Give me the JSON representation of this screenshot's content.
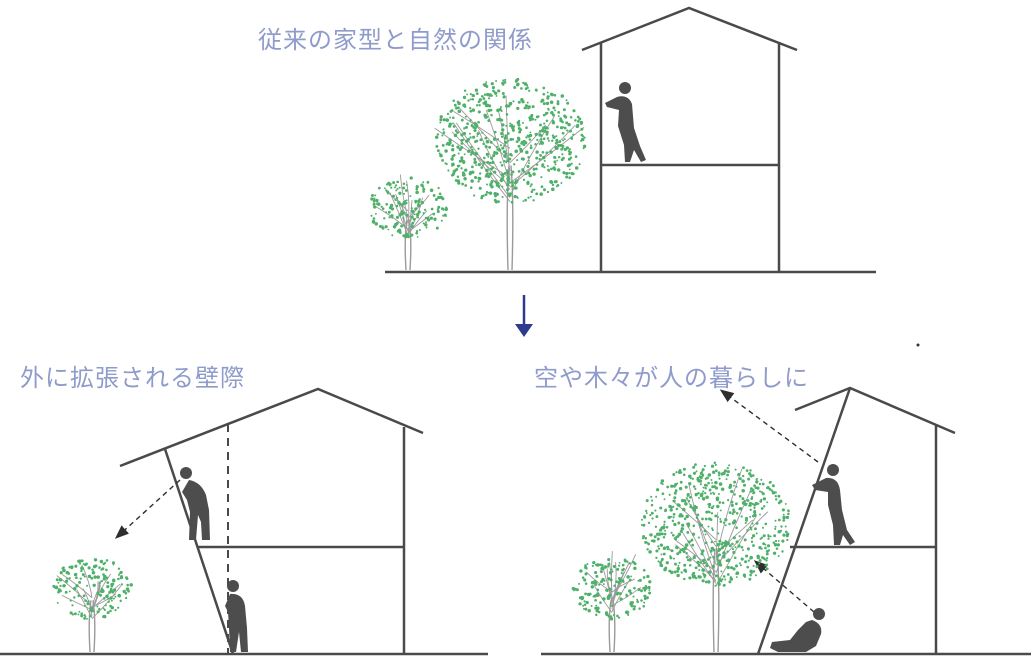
{
  "captions": {
    "top": "従来の家型と自然の関係",
    "bottom_left": "外に拡張される壁際",
    "bottom_right": "空や木々が人の暮らしに"
  },
  "colors": {
    "caption": "#8f9bcb",
    "line": "#4a4a4a",
    "figure": "#4d4d4d",
    "tree_branch": "#9a9a9a",
    "leaf": "#4fb06a",
    "arrow": "#2e3a8c"
  }
}
